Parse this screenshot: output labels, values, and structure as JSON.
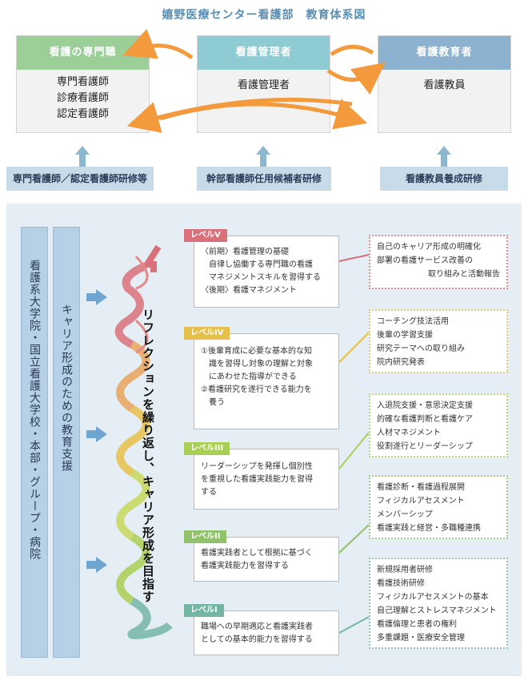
{
  "title": "嬉野医療センター看護部　教育体系図",
  "top_boxes": [
    {
      "head": "看護の専門職",
      "items": [
        "専門看護師",
        "診療看護師",
        "認定看護師"
      ],
      "color": "#9ccf98"
    },
    {
      "head": "看護管理者",
      "items": [
        "看護管理者"
      ],
      "color": "#8fcbd2"
    },
    {
      "head": "看護教育者",
      "items": [
        "看護教員"
      ],
      "color": "#8db2cf"
    }
  ],
  "bars": [
    "専門看護師／認定看護師研修等",
    "幹部看護師任用候補者研修",
    "看護教員養成研修"
  ],
  "left_col1": "看護系大学院・国立看護大学校・本部・グループ・病院",
  "left_col2": "キャリア形成のための教育支援",
  "spiral_text": "リフレクションを繰り返し、キャリア形成を目指す",
  "levels": [
    {
      "tag": "レベルV",
      "color": "#d9707a",
      "lines": [
        "〈前期〉看護管理の基礎",
        "　自律し協働する専門職の看護",
        "　マネジメントスキルを習得する",
        "〈後期〉看護マネジメント"
      ]
    },
    {
      "tag": "レベルIV",
      "color": "#e6c04a",
      "lines": [
        "①後輩育成に必要な基本的な知",
        "　識を習得し対象の理解と対象",
        "　にあわせた指導ができる",
        "②看護研究を遂行できる能力を",
        "　養う"
      ]
    },
    {
      "tag": "レベルIII",
      "color": "#a9cf55",
      "lines": [
        "リーダーシップを発揮し個別性",
        "を重視した看護実践能力を習得",
        "する"
      ]
    },
    {
      "tag": "レベルII",
      "color": "#8fc26a",
      "lines": [
        "看護実践者として根拠に基づく",
        "看護実践能力を習得する"
      ]
    },
    {
      "tag": "レベルⅠ",
      "color": "#74b6a4",
      "lines": [
        "職場への早期適応と看護実践者",
        "としての基本的能力を習得する"
      ]
    }
  ],
  "detail_boxes": [
    {
      "color": "#d98c8c",
      "items": [
        "自己のキャリア形成の明確化",
        "部署の看護サービス改善の",
        "取り組みと活動報告"
      ]
    },
    {
      "color": "#dcc874",
      "items": [
        "コーチング技法活用",
        "後輩の学習支援",
        "研究テーマへの取り組み",
        "院内研究発表"
      ]
    },
    {
      "color": "#b6d27a",
      "items": [
        "入退院支援・意思決定支援",
        "的確な看護判断と看護ケア",
        "人材マネジメント",
        "役割遂行とリーダーシップ"
      ]
    },
    {
      "color": "#9cc88c",
      "items": [
        "看護診断・看護過程展開",
        "フィジカルアセスメント",
        "メンバーシップ",
        "看護実践と経営・多職種連携"
      ]
    },
    {
      "color": "#8ec0b0",
      "items": [
        "新規採用者研修",
        "看護技術研修",
        "フィジカルアセスメントの基本",
        "自己理解とストレスマネジメント",
        "看護倫理と患者の権利",
        "多重課題・医療安全管理"
      ]
    }
  ]
}
